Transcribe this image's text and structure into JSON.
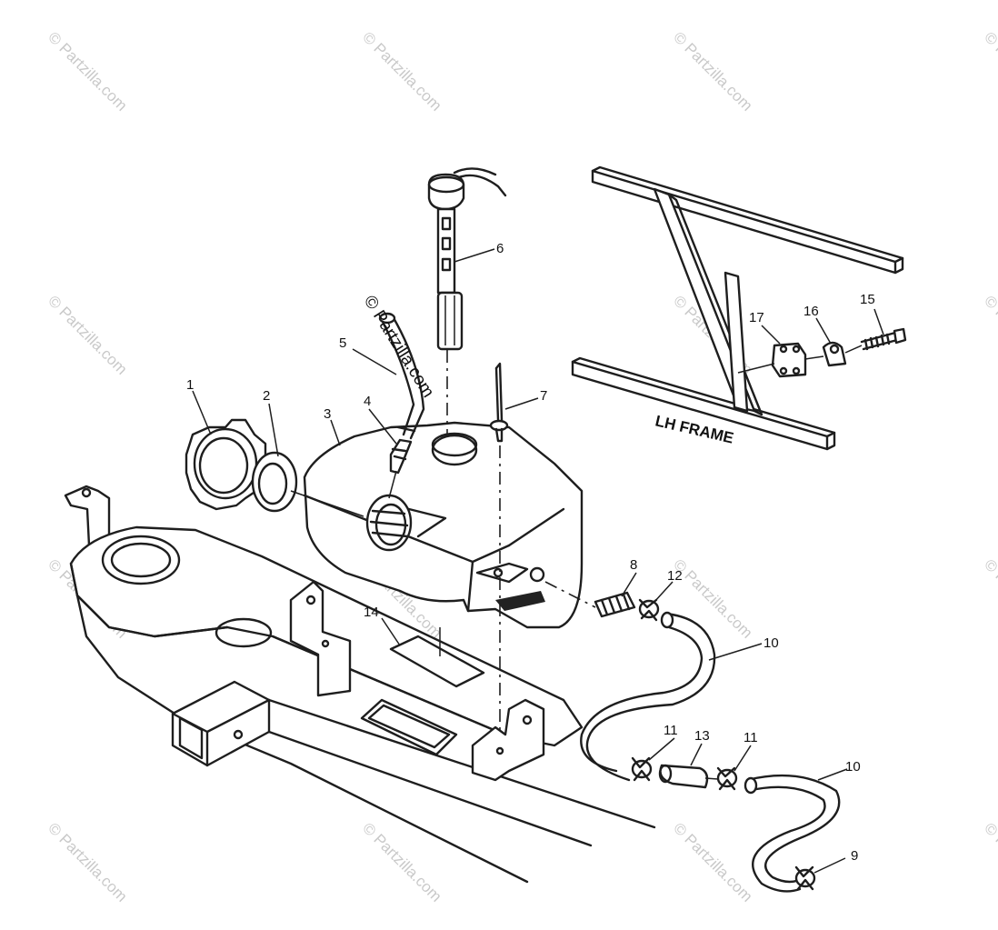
{
  "watermark": {
    "text": "© Partzilla.com",
    "center_text": "© Partzilla.com"
  },
  "frame_label": "LH FRAME",
  "callouts": {
    "c1": "1",
    "c2": "2",
    "c3": "3",
    "c4": "4",
    "c5": "5",
    "c6": "6",
    "c7": "7",
    "c8": "8",
    "c9": "9",
    "c10a": "10",
    "c10b": "10",
    "c11a": "11",
    "c11b": "11",
    "c12": "12",
    "c13": "13",
    "c14": "14",
    "c15": "15",
    "c16": "16",
    "c17": "17"
  }
}
